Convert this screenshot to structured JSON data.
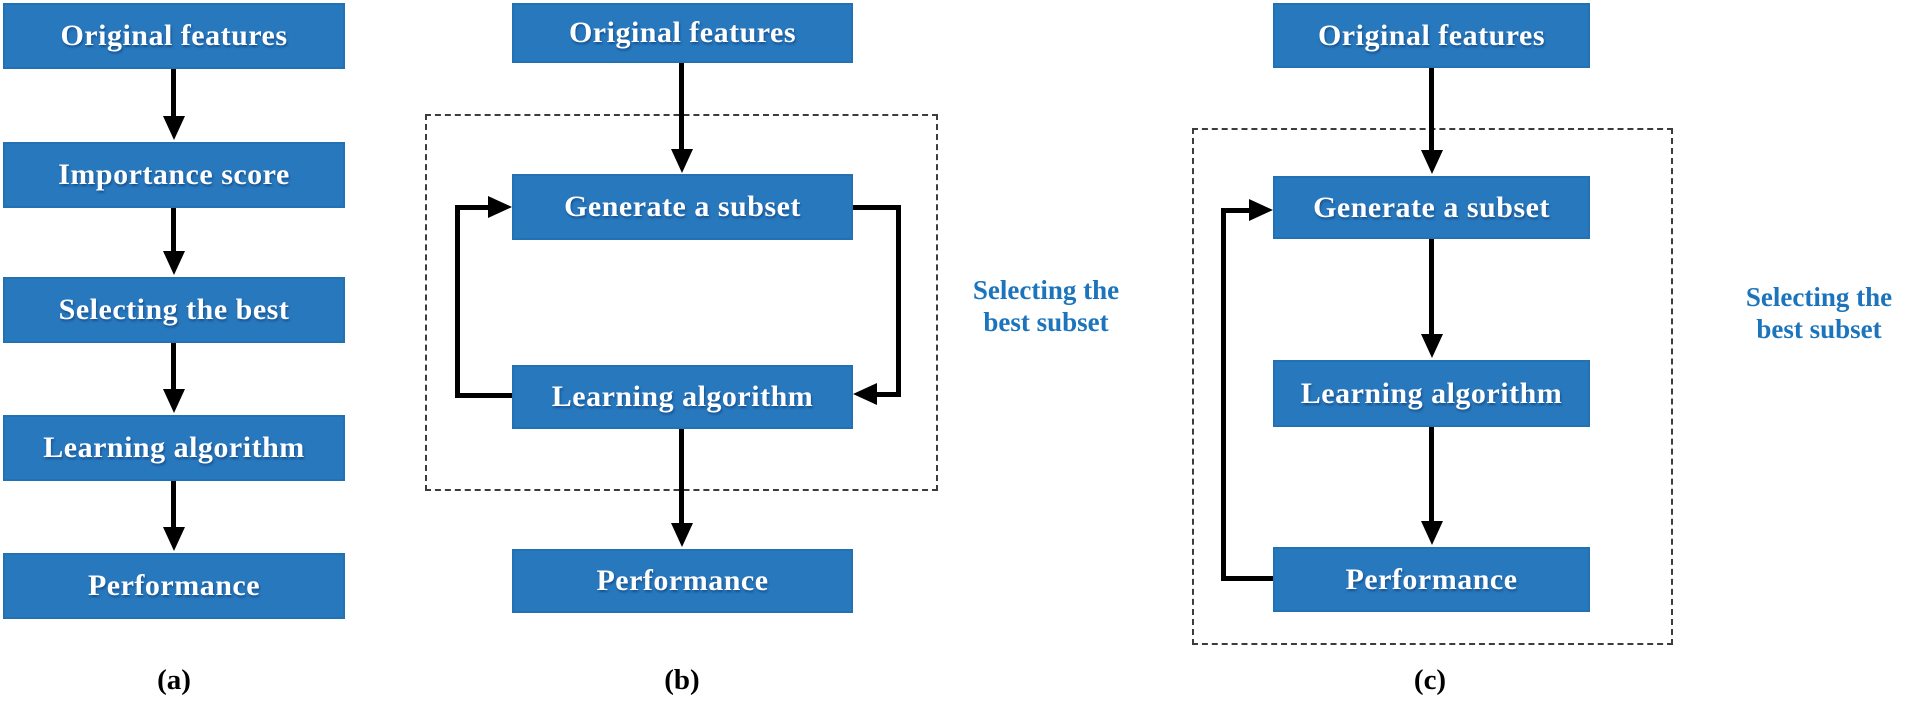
{
  "figure": {
    "colors": {
      "background": "#FFFFFF",
      "box_fill": "#2878BE",
      "box_border": "#2271B2",
      "box_text": "#FFFFFF",
      "side_label_blue": "#1B74BC",
      "dashed_border": "#3C3C3C",
      "arrow_black": "#000000",
      "caption_black": "#000000"
    },
    "diagram_a": {
      "caption": "(a)",
      "boxes": [
        {
          "label": "Original features"
        },
        {
          "label": "Importance score"
        },
        {
          "label": "Selecting the best"
        },
        {
          "label": "Learning algorithm"
        },
        {
          "label": "Performance"
        }
      ]
    },
    "diagram_b": {
      "caption": "(b)",
      "boxes": {
        "original": "Original features",
        "generate": "Generate a subset",
        "learning": "Learning algorithm",
        "performance": "Performance"
      },
      "side_label": {
        "line1": "Selecting the",
        "line2": "best subset"
      }
    },
    "diagram_c": {
      "caption": "(c)",
      "boxes": {
        "original": "Original features",
        "generate": "Generate a subset",
        "learning": "Learning algorithm",
        "performance": "Performance"
      },
      "side_label": {
        "line1": "Selecting the",
        "line2": "best subset"
      }
    }
  }
}
